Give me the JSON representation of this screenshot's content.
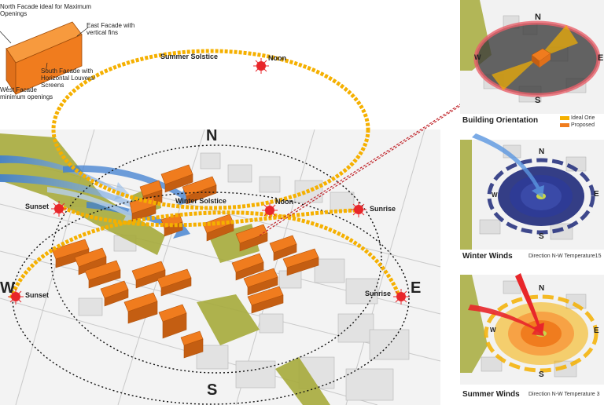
{
  "facade_notes": {
    "north": "North Facade ideal for Maximum\nOpenings",
    "east": "East Facade with\nvertical fins",
    "south": "South Facade with\nHorizontal Louvers/\nScreens",
    "west": "West Facade\nminimum openings"
  },
  "sun_path": {
    "summer_label": "Summer Solstice",
    "winter_label": "Winter Solstice",
    "noon_top": "Noon",
    "noon_winter": "Noon",
    "sunset_upper": "Sunset",
    "sunrise_upper": "Sunrise",
    "sunset_lower": "Sunset",
    "sunrise_lower": "Sunrise"
  },
  "compass_main": {
    "n": "N",
    "s": "S",
    "e": "E",
    "w": "W"
  },
  "panels": {
    "orientation": {
      "caption": "Building Orientation",
      "legend_ideal": "Ideal Orie",
      "legend_proposed": "Proposed",
      "n": "N",
      "s": "S",
      "e": "E",
      "w": "W"
    },
    "winter": {
      "caption": "Winter Winds",
      "info": "Direction N-W  Temperature15",
      "n": "N",
      "s": "S",
      "e": "E",
      "w": "W"
    },
    "summer": {
      "caption": "Summer Winds",
      "info": "Direction N-W Temperature 3",
      "n": "N",
      "s": "S",
      "e": "E",
      "w": "W"
    }
  },
  "colors": {
    "building": "#f07c1e",
    "sun_path": "#f5b000",
    "green": "#a7ab3c",
    "wind_blue": "#3f7fd0",
    "sun": "#e8262a"
  }
}
